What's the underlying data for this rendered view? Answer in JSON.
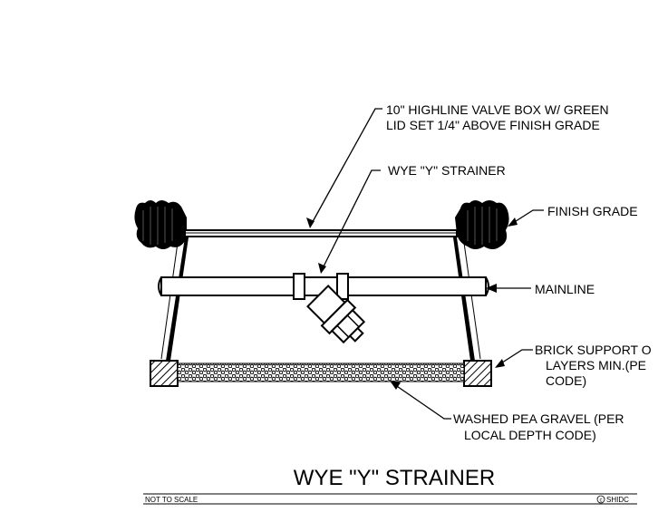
{
  "callouts": {
    "valve_box": [
      "10\" HIGHLINE VALVE BOX W/ GREEN",
      "LID SET 1/4\" ABOVE FINISH GRADE"
    ],
    "strainer": "WYE \"Y\" STRAINER",
    "finish_grade": "FINISH GRADE",
    "mainline": "MAINLINE",
    "brick_support": [
      "BRICK SUPPORT O",
      "LAYERS MIN.(PE",
      "CODE)"
    ],
    "pea_gravel": [
      "WASHED PEA GRAVEL (PER",
      "LOCAL DEPTH CODE)"
    ]
  },
  "title": "WYE \"Y\" STRAINER",
  "footer": {
    "scale_note": "NOT TO SCALE",
    "credit": "SHIDC"
  }
}
